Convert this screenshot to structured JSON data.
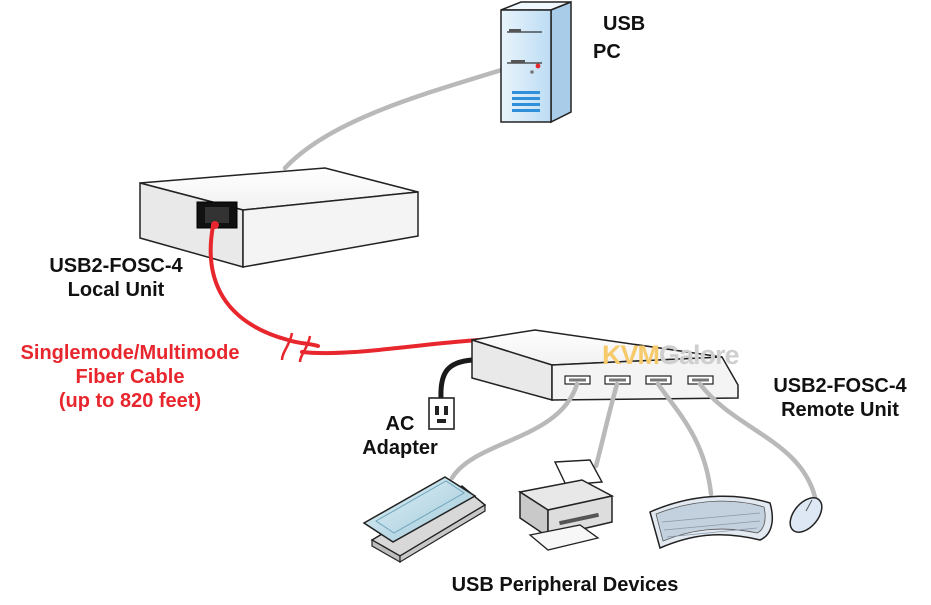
{
  "labels": {
    "pc": [
      "USB",
      "PC"
    ],
    "local_unit": [
      "USB2-FOSC-4",
      "Local Unit"
    ],
    "fiber": [
      "Singlemode/Multimode",
      "Fiber Cable",
      "(up to 820 feet)"
    ],
    "remote_unit": [
      "USB2-FOSC-4",
      "Remote Unit"
    ],
    "ac_adapter": [
      "AC",
      "Adapter"
    ],
    "peripherals": "USB Peripheral Devices"
  },
  "watermark": {
    "part1": "KVM",
    "part2": "Galore"
  },
  "colors": {
    "fiber": "#e8262d",
    "usb_cable": "#b9b9b9",
    "box_face": "#eeeeee",
    "pc_body": "#cfe6f7",
    "pc_accent": "#2f8fd8",
    "watermark1": "#f6c96b",
    "watermark2": "#cfcfcf"
  },
  "icons": [
    "pc-tower-icon",
    "scanner-icon",
    "printer-icon",
    "keyboard-icon",
    "mouse-icon",
    "ac-adapter-icon"
  ]
}
